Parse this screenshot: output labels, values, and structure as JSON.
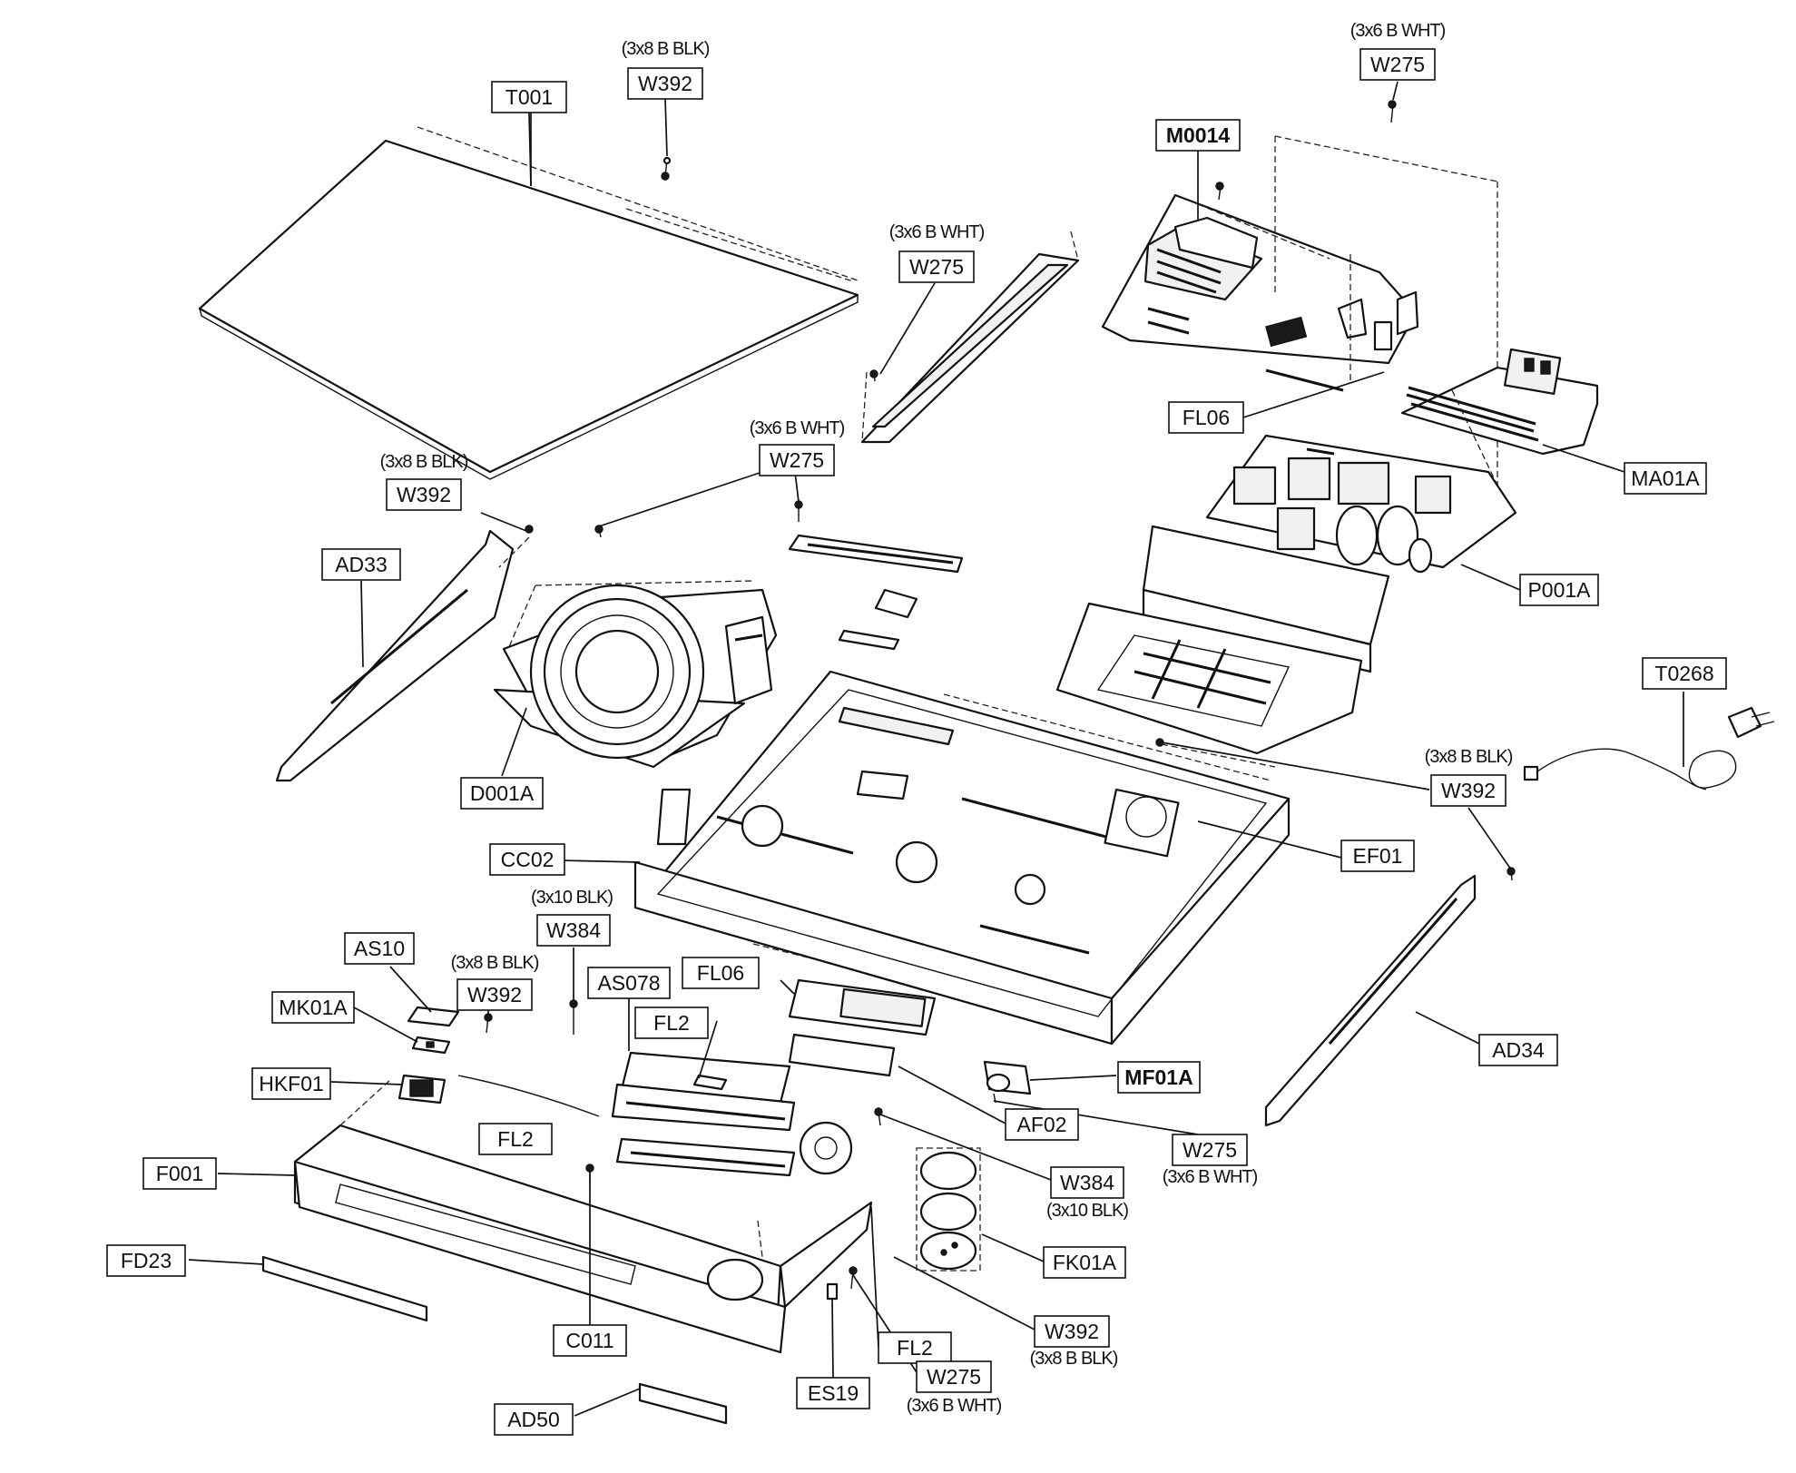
{
  "labels": {
    "T001": "T001",
    "W392_top": "W392",
    "W392_top_spec": "(3x8 B BLK)",
    "W275_topright": "W275",
    "W275_topright_spec": "(3x6 B WHT)",
    "M0014": "M0014",
    "W275_rail": "W275",
    "W275_rail_spec": "(3x6 B WHT)",
    "FL06_top": "FL06",
    "MA01A": "MA01A",
    "W275_mid": "W275",
    "W275_mid_spec": "(3x6 B WHT)",
    "W392_left": "W392",
    "W392_left_spec": "(3x8 B BLK)",
    "AD33": "AD33",
    "P001A": "P001A",
    "T0268": "T0268",
    "D001A": "D001A",
    "W392_right": "W392",
    "W392_right_spec": "(3x8 B BLK)",
    "CC02": "CC02",
    "EF01": "EF01",
    "W384_left": "W384",
    "W384_left_spec": "(3x10 BLK)",
    "AS10": "AS10",
    "W392_front": "W392",
    "W392_front_spec": "(3x8 B BLK)",
    "AS078": "AS078",
    "FL06_front": "FL06",
    "MK01A": "MK01A",
    "FL2_a": "FL2",
    "AD34": "AD34",
    "HKF01": "HKF01",
    "MF01A": "MF01A",
    "AF02": "AF02",
    "FL2_b": "FL2",
    "W275_front": "W275",
    "W275_front_spec": "(3x6 B WHT)",
    "F001": "F001",
    "W384_right": "W384",
    "W384_right_spec": "(3x10 BLK)",
    "FK01A": "FK01A",
    "FD23": "FD23",
    "W392_bottom": "W392",
    "W392_bottom_spec": "(3x8 B BLK)",
    "C011": "C011",
    "FL2_c": "FL2",
    "W275_bottom": "W275",
    "W275_bottom_spec": "(3x6 B WHT)",
    "ES19": "ES19",
    "AD50": "AD50"
  }
}
